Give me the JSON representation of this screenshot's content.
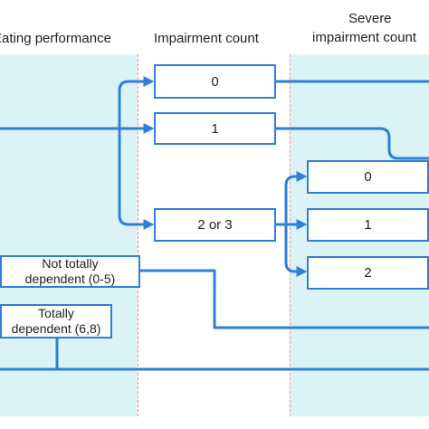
{
  "columns": {
    "eating": "Eating performance",
    "impairment": "Impairment count",
    "severe_line1": "Severe",
    "severe_line2": "impairment count"
  },
  "nodes": {
    "impairment_0": "0",
    "impairment_1": "1",
    "impairment_2or3": "2 or 3",
    "severe_0": "0",
    "severe_1": "1",
    "severe_2": "2",
    "not_totally_line1": "Not totally",
    "not_totally_line2": "dependent (0-5)",
    "totally_line1": "Totally",
    "totally_line2": "dependent (6,8)"
  },
  "colors": {
    "connector": "#2f7fd9",
    "node_border": "#2f7fd9",
    "column_band": "#dcf3f6",
    "divider": "#e88c95"
  }
}
